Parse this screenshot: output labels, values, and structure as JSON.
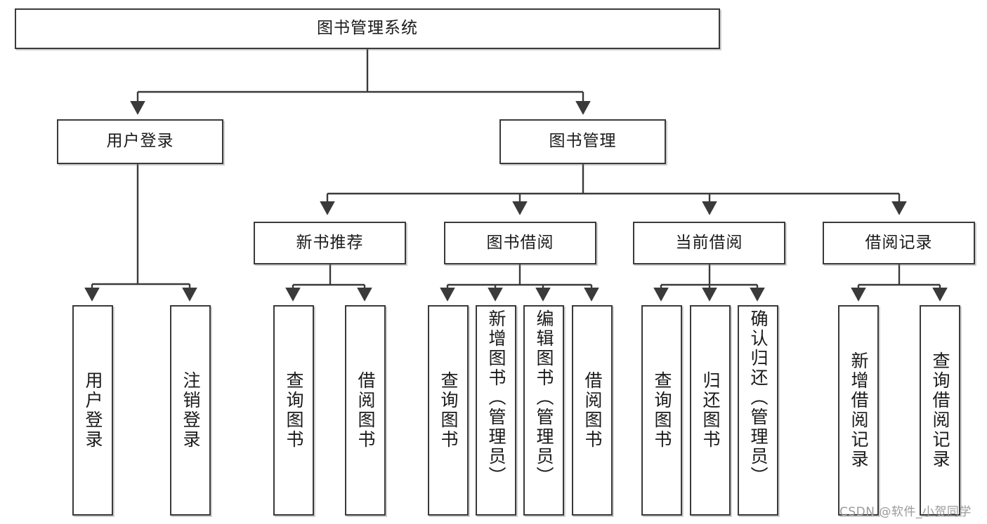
{
  "diagram": {
    "title": "图书管理系统",
    "watermark": "CSDN @软件_小贺同学",
    "stroke_color": "#3a3a3a",
    "background_color": "#ffffff",
    "nodes": {
      "root": {
        "label": "图书管理系统"
      },
      "level2": [
        {
          "label": "用户登录"
        },
        {
          "label": "图书管理"
        }
      ],
      "level3": [
        {
          "label": "新书推荐"
        },
        {
          "label": "图书借阅"
        },
        {
          "label": "当前借阅"
        },
        {
          "label": "借阅记录"
        }
      ],
      "leaves_user_login": [
        {
          "label": "用户登录"
        },
        {
          "label": "注销登录"
        }
      ],
      "leaves_new_book": [
        {
          "label": "查询图书"
        },
        {
          "label": "借阅图书"
        }
      ],
      "leaves_borrow": [
        {
          "label": "查询图书"
        },
        {
          "label": "新增图书（管理员）"
        },
        {
          "label": "编辑图书（管理员）"
        },
        {
          "label": "借阅图书"
        }
      ],
      "leaves_current": [
        {
          "label": "查询图书"
        },
        {
          "label": "归还图书"
        },
        {
          "label": "确认归还（管理员）"
        }
      ],
      "leaves_record": [
        {
          "label": "新增借阅记录"
        },
        {
          "label": "查询借阅记录"
        }
      ]
    }
  }
}
